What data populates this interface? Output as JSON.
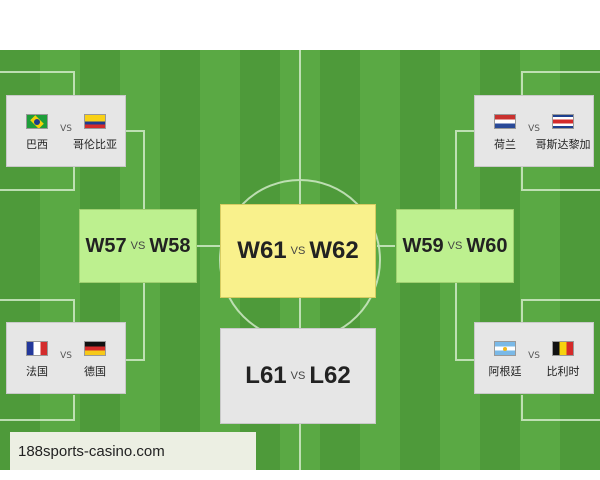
{
  "left_top_match": {
    "team_a": {
      "name": "巴西",
      "flag": "flag-brazil-icon"
    },
    "team_b": {
      "name": "哥伦比亚",
      "flag": "flag-colombia-icon"
    },
    "vs": "VS"
  },
  "left_bottom_match": {
    "team_a": {
      "name": "法国",
      "flag": "flag-france-icon"
    },
    "team_b": {
      "name": "德国",
      "flag": "flag-germany-icon"
    },
    "vs": "VS"
  },
  "right_top_match": {
    "team_a": {
      "name": "荷兰",
      "flag": "flag-netherlands-icon"
    },
    "team_b": {
      "name": "哥斯达黎加",
      "flag": "flag-costa-rica-icon"
    },
    "vs": "VS"
  },
  "right_bottom_match": {
    "team_a": {
      "name": "阿根廷",
      "flag": "flag-argentina-icon"
    },
    "team_b": {
      "name": "比利时",
      "flag": "flag-belgium-icon"
    },
    "vs": "VS"
  },
  "left_qf": {
    "a": "W57",
    "vs": "VS",
    "b": "W58"
  },
  "right_qf": {
    "a": "W59",
    "vs": "VS",
    "b": "W60"
  },
  "semifinal": {
    "a": "W61",
    "vs": "VS",
    "b": "W62"
  },
  "third_place": {
    "a": "L61",
    "vs": "VS",
    "b": "L62"
  },
  "watermark": "188sports-casino.com",
  "colors": {
    "pitch_dark": "#4e9a3a",
    "pitch_light": "#5aa944",
    "qf_box": "#bdf08f",
    "semi_box": "#f9f18c",
    "third_box": "#e6e6e6"
  }
}
